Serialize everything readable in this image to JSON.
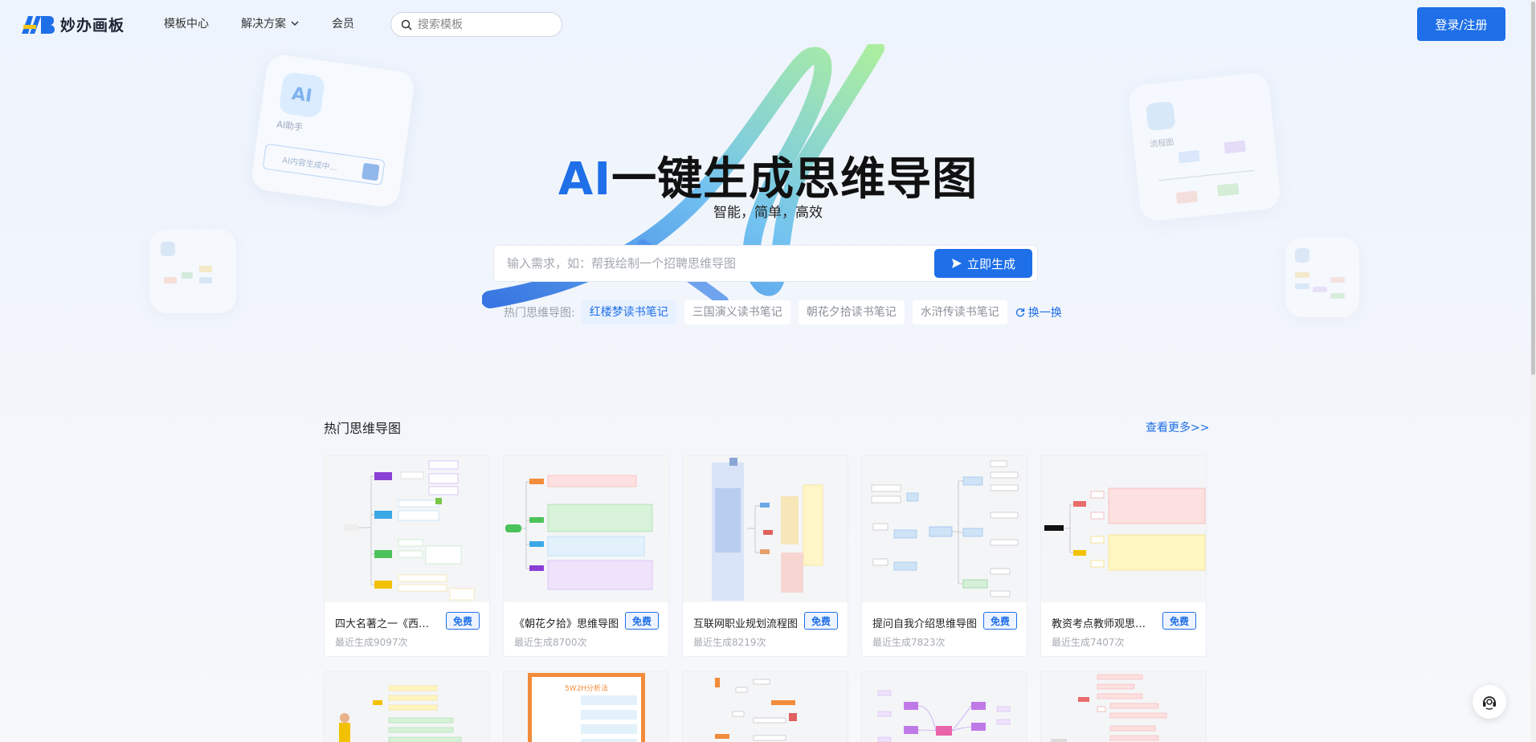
{
  "header": {
    "brand": "妙办画板",
    "nav": [
      {
        "label": "模板中心"
      },
      {
        "label": "解决方案",
        "has_dropdown": true
      },
      {
        "label": "会员"
      }
    ],
    "search_placeholder": "搜索模板",
    "login_label": "登录/注册"
  },
  "hero": {
    "title_accent": "AI",
    "title_rest": "一键生成思维导图",
    "subtitle": "智能，简单，高效",
    "input_placeholder": "输入需求，如：帮我绘制一个招聘思维导图",
    "generate_label": "立即生成",
    "decor": {
      "ai_badge": "AI",
      "ai_helper": "AI助手",
      "ai_generating": "AI内容生成中...",
      "flowchart": "流程图"
    },
    "hot_label": "热门思维导图:",
    "hot_tags": [
      "红楼梦读书笔记",
      "三国演义读书笔记",
      "朝花夕拾读书笔记",
      "水浒传读书笔记"
    ],
    "refresh_label": "换一换"
  },
  "section": {
    "title": "热门思维导图",
    "more_label": "查看更多>>",
    "cards": [
      {
        "name": "四大名著之一《西游记...",
        "badge": "免费",
        "meta": "最近生成9097次"
      },
      {
        "name": "《朝花夕拾》思维导图",
        "badge": "免费",
        "meta": "最近生成8700次"
      },
      {
        "name": "互联网职业规划流程图",
        "badge": "免费",
        "meta": "最近生成8219次"
      },
      {
        "name": "提问自我介绍思维导图",
        "badge": "免费",
        "meta": "最近生成7823次"
      },
      {
        "name": "教资考点教师观思维导...",
        "badge": "免费",
        "meta": "最近生成7407次"
      }
    ],
    "second_row_thumb_title": "5W2H分析法"
  },
  "colors": {
    "accent": "#1e6fe8",
    "background": "#eef3fb"
  },
  "icons": {
    "search": "search-icon",
    "chevron": "chevron-down-icon",
    "send": "send-icon",
    "refresh": "refresh-icon",
    "help": "customer-service-icon"
  }
}
